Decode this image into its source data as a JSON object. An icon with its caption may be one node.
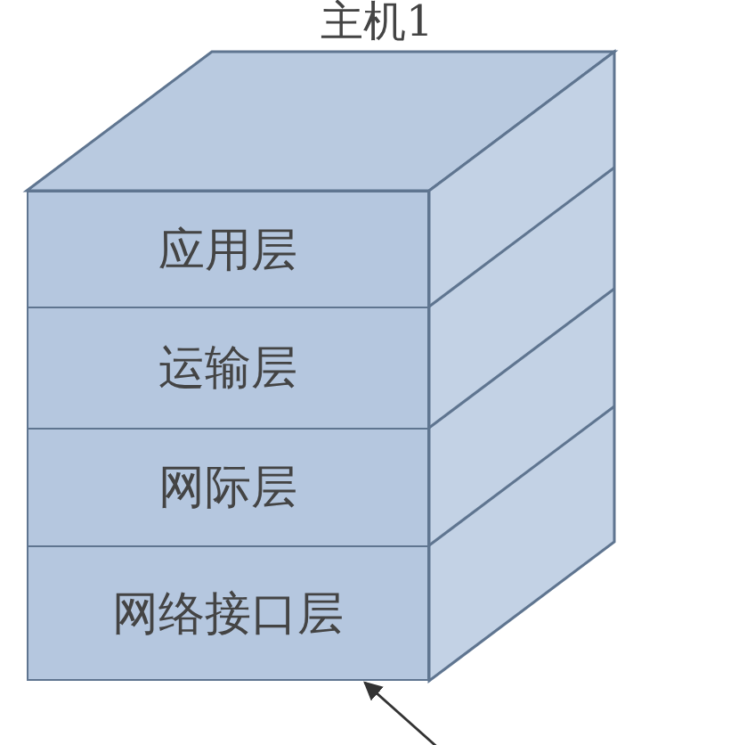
{
  "diagram": {
    "nodes": [
      {
        "text": [
          "主机1"
        ]
      },
      {
        "text": [
          "应用层"
        ],
        "in": 0
      },
      {
        "text": [
          "运输层"
        ],
        "in": 0
      },
      {
        "text": [
          "网际层"
        ],
        "in": 0
      },
      {
        "text": [
          "网络接口层"
        ],
        "in": 0
      }
    ],
    "edges": [
      {
        "from": null,
        "to": 4,
        "arrow": "to"
      }
    ]
  }
}
